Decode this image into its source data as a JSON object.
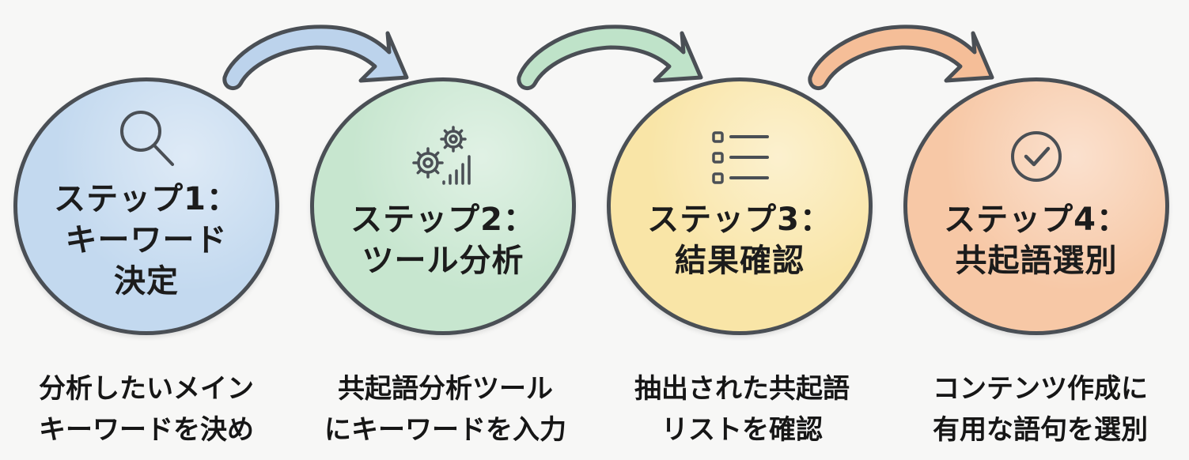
{
  "diagram": {
    "type": "process-flow",
    "direction": "left-to-right",
    "colors": {
      "background": "#f7f7f6",
      "outline": "#4a4f55",
      "text": "#1c1c1c"
    },
    "steps": [
      {
        "title": "ステップ1：",
        "subtitle": "キーワード\n決定",
        "icon": "search-icon",
        "fill": "#c3d9ef",
        "description": "分析したいメイン\nキーワードを決め"
      },
      {
        "title": "ステップ2：",
        "subtitle": "ツール分析",
        "icon": "gears-chart-icon",
        "fill": "#c7e6cf",
        "description": "共起語分析ツール\nにキーワードを入力"
      },
      {
        "title": "ステップ3：",
        "subtitle": "結果確認",
        "icon": "checklist-icon",
        "fill": "#f9e5a7",
        "description": "抽出された共起語\nリストを確認"
      },
      {
        "title": "ステップ4：",
        "subtitle": "共起語選別",
        "icon": "check-circle-icon",
        "fill": "#f7c8a6",
        "description": "コンテンツ作成に\n有用な語句を選別"
      }
    ],
    "arrows": [
      {
        "from": 1,
        "to": 2,
        "fill": "#bcd3ec"
      },
      {
        "from": 2,
        "to": 3,
        "fill": "#bfe3c9"
      },
      {
        "from": 3,
        "to": 4,
        "fill": "#f5be98"
      }
    ]
  }
}
